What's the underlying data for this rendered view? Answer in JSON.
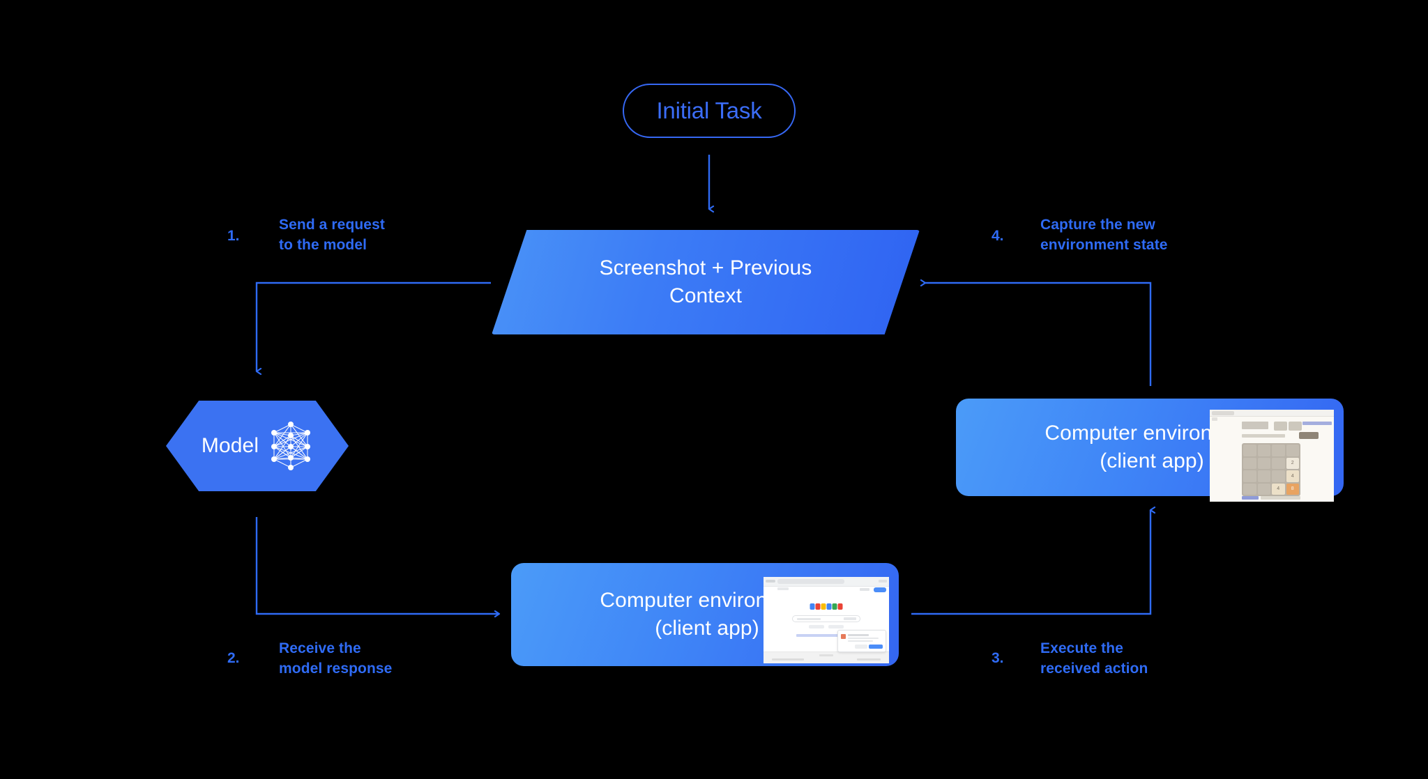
{
  "diagram": {
    "title_node": {
      "label": "Initial Task"
    },
    "context_node": {
      "line1": "Screenshot + Previous",
      "line2": "Context"
    },
    "model_node": {
      "label": "Model",
      "icon": "neural-network-icon"
    },
    "env_right": {
      "line1": "Computer environment",
      "line2": "(client app)",
      "thumbnail": "2048-game-screenshot",
      "thumb_tiles": [
        "",
        "",
        "",
        "",
        "",
        "",
        "",
        "2",
        "",
        "",
        "",
        "4",
        "",
        "",
        "4",
        "8"
      ]
    },
    "env_bottom": {
      "line1": "Computer environment",
      "line2": "(client app)",
      "thumbnail": "google-search-screenshot"
    },
    "steps": [
      {
        "num": "1.",
        "text": "Send a request\nto the model"
      },
      {
        "num": "2.",
        "text": "Receive the\nmodel response"
      },
      {
        "num": "3.",
        "text": "Execute the\nreceived action"
      },
      {
        "num": "4.",
        "text": "Capture the new\nenvironment state"
      }
    ],
    "colors": {
      "background": "#000000",
      "accent_blue": "#2f6bf5",
      "outline_blue": "#3668f4",
      "shape_gradient_start": "#4b9bf8",
      "shape_gradient_end": "#3466f2",
      "hexagon_fill": "#3b72f2",
      "text_on_shape": "#ffffff"
    }
  }
}
